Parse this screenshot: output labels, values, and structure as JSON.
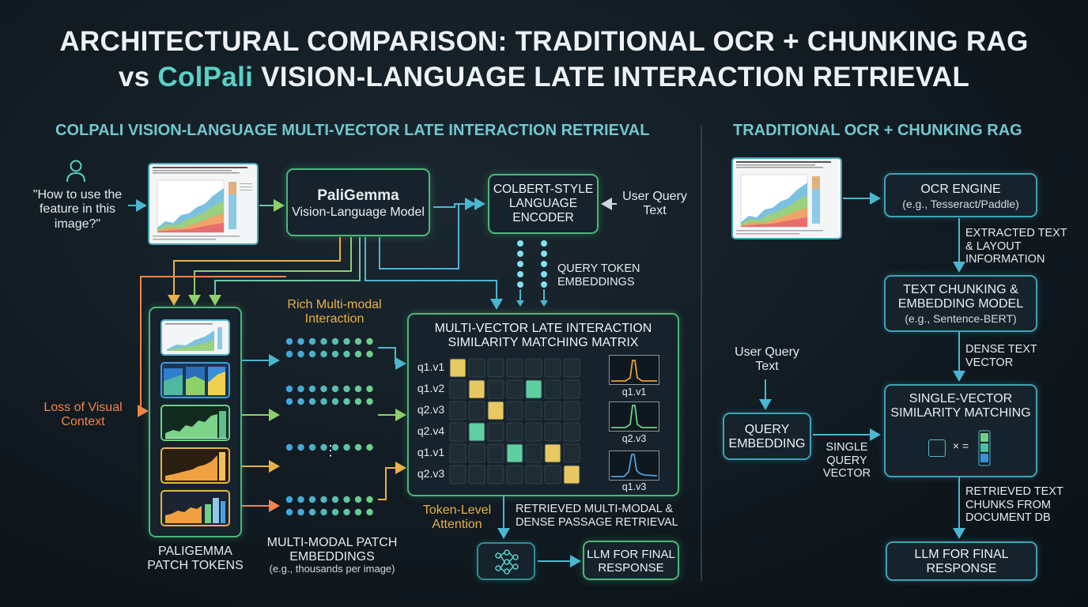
{
  "title": {
    "line1": "ARCHITECTURAL COMPARISON: TRADITIONAL OCR + CHUNKING RAG",
    "line2_prefix": "vs ",
    "line2_highlight": "ColPali",
    "line2_suffix": " VISION-LANGUAGE LATE INTERACTION RETRIEVAL"
  },
  "colpali": {
    "heading": "COLPALI VISION-LANGUAGE MULTI-VECTOR LATE INTERACTION RETRIEVAL",
    "user_question": "\"How to use the feature in this image?\"",
    "model_name": "PaliGemma",
    "model_subtitle": "Vision-Language Model",
    "encoder_label": "COLBERT-STYLE LANGUAGE ENCODER",
    "user_query_text": "User Query Text",
    "query_token_embeddings": "QUERY TOKEN EMBEDDINGS",
    "rich_interaction": "Rich Multi-modal Interaction",
    "loss_visual_context": "Loss of Visual Context",
    "matrix_title": "MULTI-VECTOR LATE INTERACTION SIMILARITY MATCHING MATRIX",
    "matrix_rows": [
      "q1.v1",
      "q1.v2",
      "q2.v3",
      "q2.v4",
      "q1.v1",
      "q2.v3"
    ],
    "peak_labels": [
      "q1.v1",
      "q2.v3",
      "q1.v3"
    ],
    "token_level_attention": "Token-Level Attention",
    "retrieved_label": "RETRIEVED MULTI-MODAL & DENSE PASSAGE RETRIEVAL",
    "llm_final": "LLM FOR FINAL RESPONSE",
    "patch_tokens": "PALIGEMMA PATCH TOKENS",
    "patch_embeddings_title": "MULTI-MODAL PATCH EMBEDDINGS",
    "patch_embeddings_note": "(e.g., thousands per image)",
    "ellipsis": "⋮"
  },
  "traditional": {
    "heading": "TRADITIONAL OCR + CHUNKING RAG",
    "ocr_engine": "OCR ENGINE",
    "ocr_engine_note": "(e.g., Tesseract/Paddle)",
    "extracted_text": "EXTRACTED TEXT & LAYOUT INFORMATION",
    "chunking_title": "TEXT CHUNKING & EMBEDDING MODEL",
    "chunking_note": "(e.g., Sentence-BERT)",
    "dense_text_vector": "DENSE TEXT VECTOR",
    "user_query_text": "User Query Text",
    "query_embedding": "QUERY EMBEDDING",
    "single_query_vector": "SINGLE QUERY VECTOR",
    "single_vector_matching": "SINGLE-VECTOR SIMILARITY MATCHING",
    "formula_symbols": "× =",
    "retrieved_chunks": "RETRIEVED TEXT CHUNKS FROM DOCUMENT DB",
    "llm_final": "LLM FOR FINAL RESPONSE"
  },
  "colors": {
    "background": "#111a21",
    "accent_teal": "#59d1c6",
    "border_cyan": "#3fa3b6",
    "border_green": "#4db67a",
    "orange": "#f2844a",
    "gold": "#e8b24a",
    "dot_blue": "#3fa7e0",
    "dot_green": "#6cd08a"
  },
  "icons": {
    "user": "user-icon",
    "network": "network-icon"
  }
}
